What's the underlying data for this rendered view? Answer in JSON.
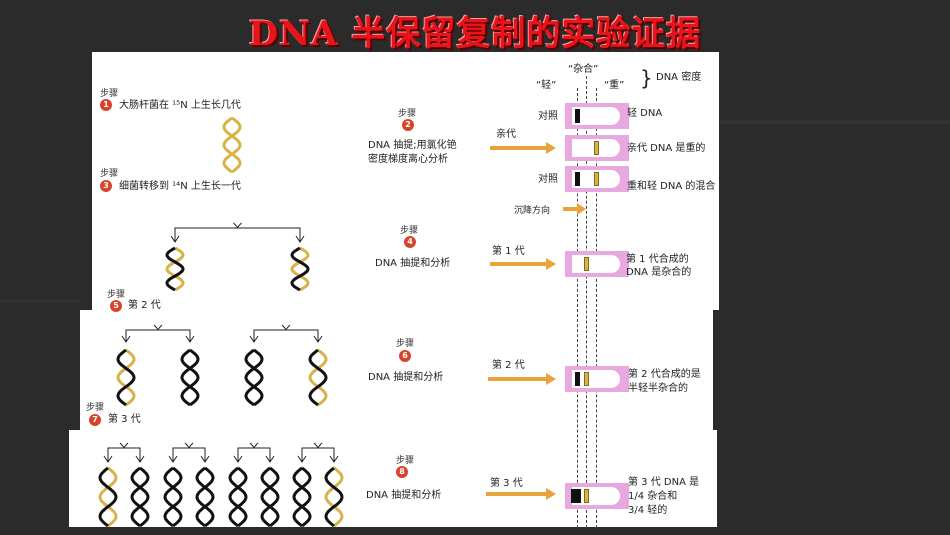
{
  "title": "DNA 半保留复制的实验证据",
  "step_word": "步骤",
  "steps": [
    {
      "num": "1",
      "text": "大肠杆菌在 ¹⁵N 上生长几代"
    },
    {
      "num": "2",
      "text1": "DNA 抽提;用氯化铯",
      "text2": "密度梯度离心分析"
    },
    {
      "num": "3",
      "text": "细菌转移到 ¹⁴N 上生长一代"
    },
    {
      "num": "4",
      "text": "DNA 抽提和分析"
    },
    {
      "num": "5",
      "text": "第 2 代"
    },
    {
      "num": "6",
      "text": "DNA 抽提和分析"
    },
    {
      "num": "7",
      "text": "第 3 代"
    },
    {
      "num": "8",
      "text": "DNA 抽提和分析"
    }
  ],
  "density_header": {
    "light": "“轻”",
    "hybrid": "“杂合”",
    "heavy": "“重”",
    "label": "DNA 密度"
  },
  "control_label": "对照",
  "arrows": {
    "parent": "亲代",
    "gen1": "第 1 代",
    "gen2": "第 2 代",
    "gen3": "第 3 代",
    "sedimentation": "沉降方向"
  },
  "results": {
    "light": "轻 DNA",
    "parent": "亲代 DNA 是重的",
    "mixed": "重和轻 DNA 的混合",
    "gen1_1": "第 1 代合成的",
    "gen1_2": "DNA 是杂合的",
    "gen2_1": "第 2 代合成的是",
    "gen2_2": "半轻半杂合的",
    "gen3_1": "第 3 代 DNA 是",
    "gen3_2": "1/4 杂合和",
    "gen3_3": "3/4 轻的"
  },
  "colors": {
    "title": "#e8141c",
    "tube": "#e7a9df",
    "heavy_strand": "#d7b34a",
    "light_strand": "#111111",
    "background": "#2b2b2b"
  }
}
